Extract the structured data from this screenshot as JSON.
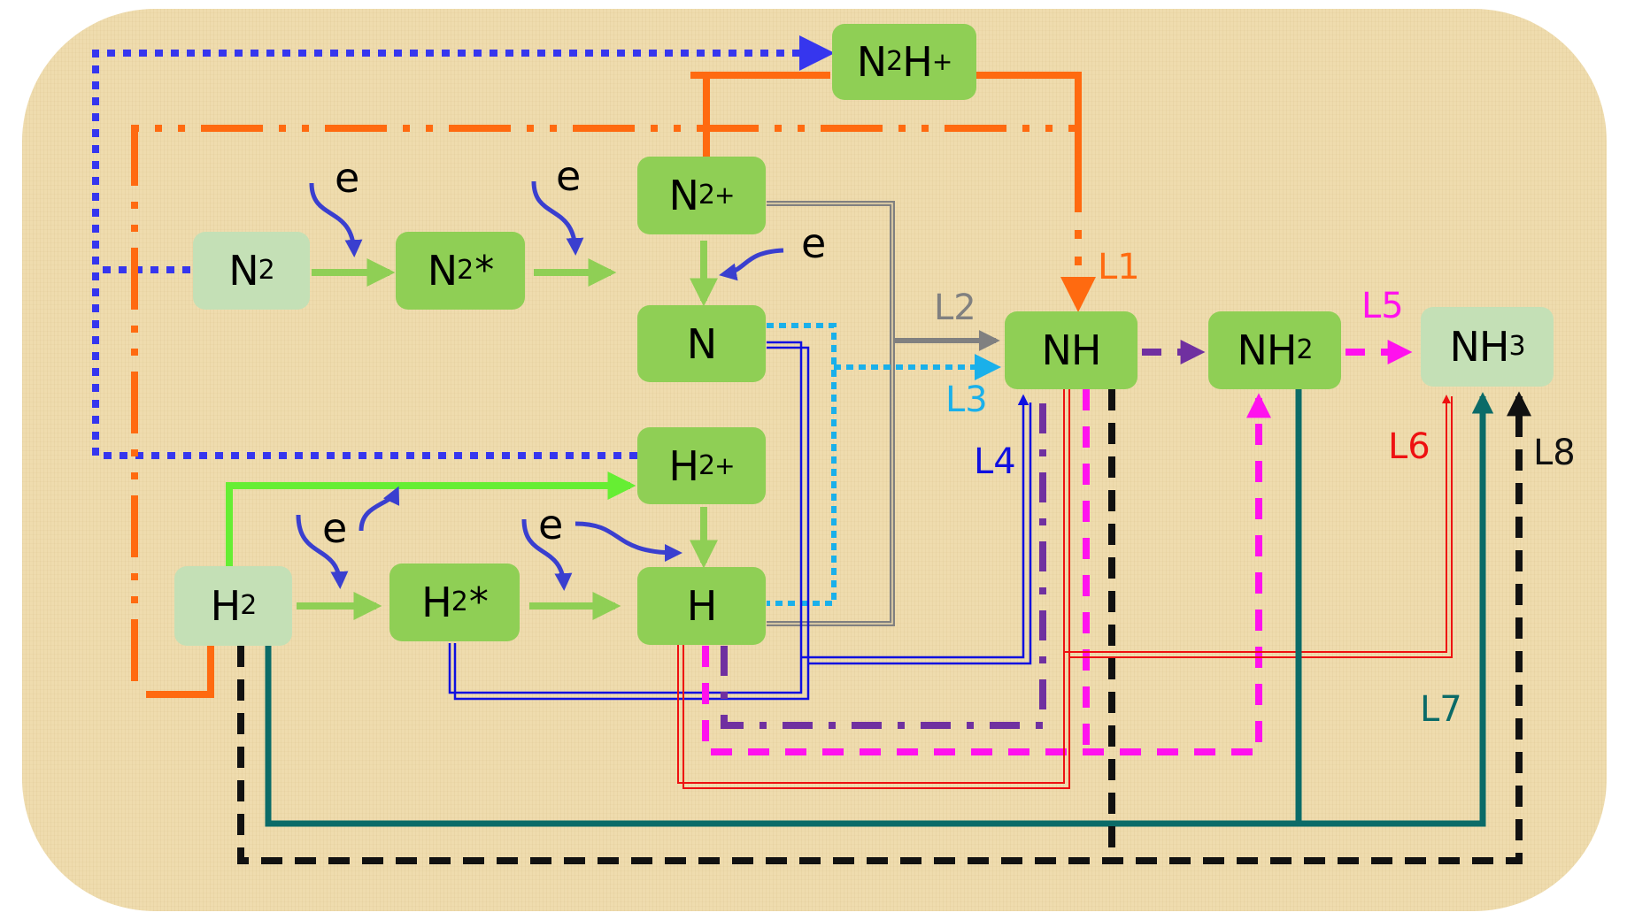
{
  "diagram": {
    "nodes": {
      "n2": {
        "base": "N",
        "sub": "2",
        "sup": "",
        "star": ""
      },
      "n2s": {
        "base": "N",
        "sub": "2",
        "sup": "",
        "star": "*"
      },
      "n2p": {
        "base": "N",
        "sub": "2",
        "sup": "+",
        "star": ""
      },
      "n2hp": {
        "base": "N",
        "sub": "2",
        "tail": "H",
        "sup": "+"
      },
      "n": {
        "base": "N"
      },
      "h2p": {
        "base": "H",
        "sub": "2",
        "sup": "+",
        "star": ""
      },
      "h": {
        "base": "H"
      },
      "h2": {
        "base": "H",
        "sub": "2",
        "sup": "",
        "star": ""
      },
      "h2s": {
        "base": "H",
        "sub": "2",
        "sup": "",
        "star": "*"
      },
      "nh": {
        "base": "NH"
      },
      "nh2": {
        "base": "NH",
        "sub": "2"
      },
      "nh3": {
        "base": "NH",
        "sub": "3"
      }
    },
    "electron_label": "e",
    "pathway_labels": {
      "L1": "L1",
      "L2": "L2",
      "L3": "L3",
      "L4": "L4",
      "L5": "L5",
      "L6": "L6",
      "L7": "L7",
      "L8": "L8"
    },
    "colors": {
      "node_dark": "#8fcf55",
      "node_light": "#c4e0b6",
      "background": "#efdcae",
      "electron_arrow": "#3a3fcf",
      "green_arrow": "#8fcf55",
      "bright_green": "#66ee33",
      "L1": "#ff6a10",
      "L2": "#808080",
      "L3": "#1ab0ea",
      "L4": "#1010e0",
      "L5": "#ff11ee",
      "L6": "#ee1111",
      "L7": "#0b6b68",
      "L8": "#111111",
      "blue_dotted": "#3636ee",
      "purple": "#7030a0"
    }
  }
}
